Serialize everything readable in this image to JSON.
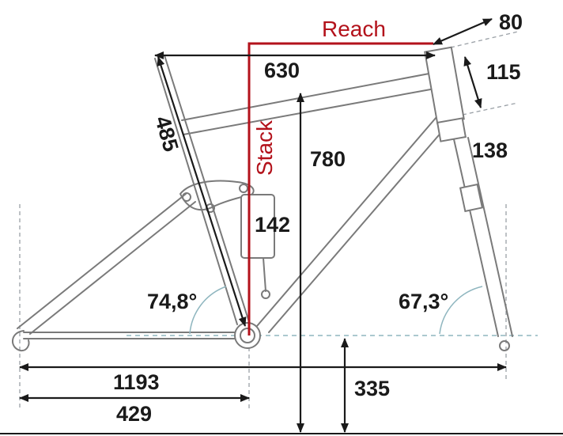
{
  "diagram": {
    "reach_label": "Reach",
    "stack_label": "Stack",
    "dimensions": {
      "reach_offset": "80",
      "top_tube": "630",
      "head_tube": "115",
      "stack": "780",
      "fork": "138",
      "seat_tube": "485",
      "shock": "142",
      "seat_angle": "74,8°",
      "head_angle": "67,3°",
      "wheelbase": "1193",
      "chainstay": "429",
      "bb_height": "335"
    },
    "colors": {
      "accent_red": "#b3121b",
      "frame_grey": "#7a7a7a",
      "reference_blue": "#8fb6bf",
      "dimension_black": "#1a1a1a"
    }
  }
}
